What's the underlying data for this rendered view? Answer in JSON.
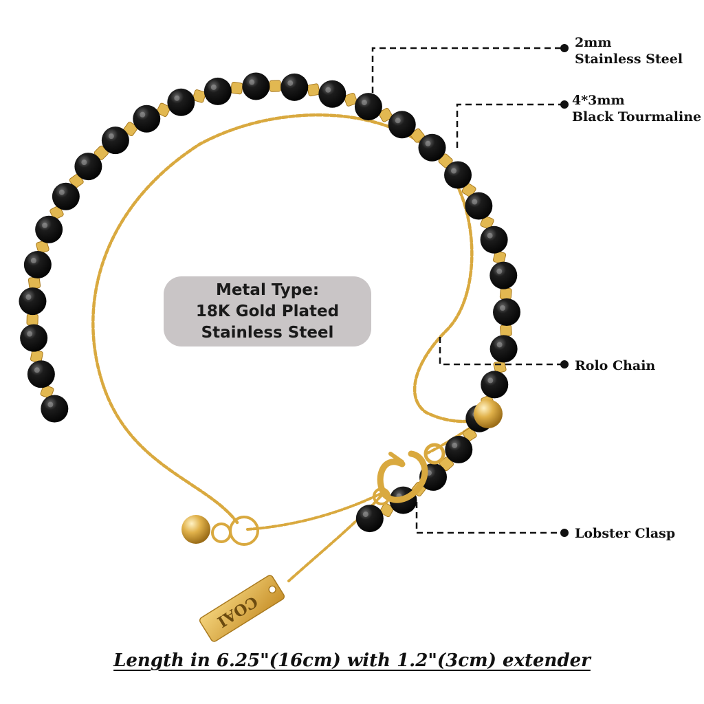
{
  "callouts": {
    "wire": {
      "line1": "2mm",
      "line2": "Stainless Steel"
    },
    "beads": {
      "line1": "4*3mm",
      "line2": "Black Tourmaline"
    },
    "chain": {
      "label": "Rolo Chain"
    },
    "clasp": {
      "label": "Lobster Clasp"
    }
  },
  "metal_type": {
    "line1": "Metal Type:",
    "line2": "18K Gold Plated",
    "line3": "Stainless Steel"
  },
  "tag": {
    "text": "COAI"
  },
  "caption": "Length in 6.25\"(16cm) with 1.2\"(3cm) extender",
  "colors": {
    "gold": "#d9a93f",
    "gold_dark": "#a97a1f",
    "bead": "#141414",
    "badge": "#c9c5c6",
    "leader": "#111111"
  }
}
